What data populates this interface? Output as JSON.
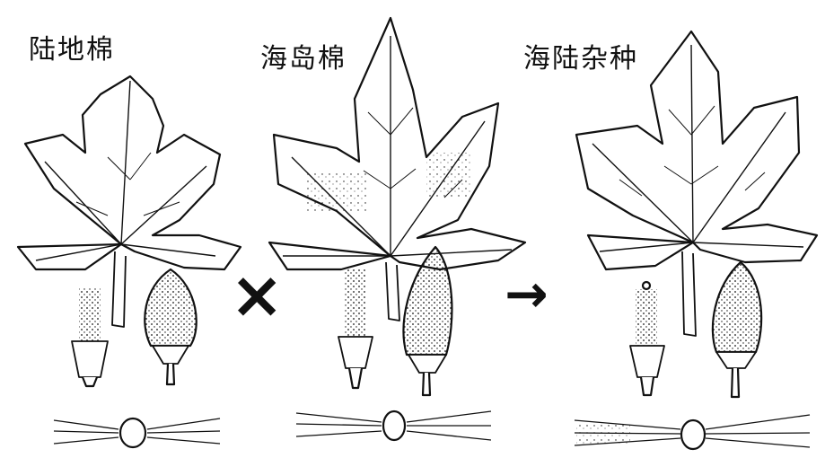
{
  "labels": {
    "upland": "陆地棉",
    "sea_island": "海岛棉",
    "hybrid": "海陆杂种"
  },
  "operators": {
    "cross": "×",
    "arrow": "→"
  },
  "colors": {
    "ink": "#111111",
    "background": "#ffffff"
  }
}
